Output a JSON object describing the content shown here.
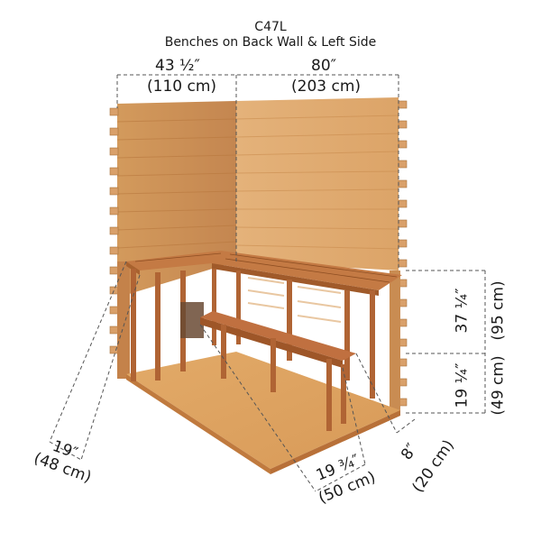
{
  "header": {
    "model": "C47L",
    "subtitle": "Benches on Back Wall & Left Side"
  },
  "dimensions": {
    "left_wall_width": {
      "imperial": "43 ½″",
      "metric": "(110 cm)"
    },
    "back_wall_width": {
      "imperial": "80″",
      "metric": "(203 cm)"
    },
    "upper_bench_height": {
      "imperial": "37 ¼″",
      "metric": "(95 cm)"
    },
    "lower_bench_height": {
      "imperial": "19 ¼″",
      "metric": "(49 cm)"
    },
    "upper_bench_depth": {
      "imperial": "19″",
      "metric": "(48 cm)"
    },
    "lower_bench_depth": {
      "imperial": "19 ¾″",
      "metric": "(50 cm)"
    },
    "bench_gap": {
      "imperial": "8″",
      "metric": "(20 cm)"
    }
  },
  "colors": {
    "wood_light": "#e0a868",
    "wood_mid": "#c98a4c",
    "wood_dark": "#a8622e",
    "bench": "#b8683a",
    "floor": "#dca060",
    "dash": "#555555",
    "text": "#1a1a1a"
  }
}
